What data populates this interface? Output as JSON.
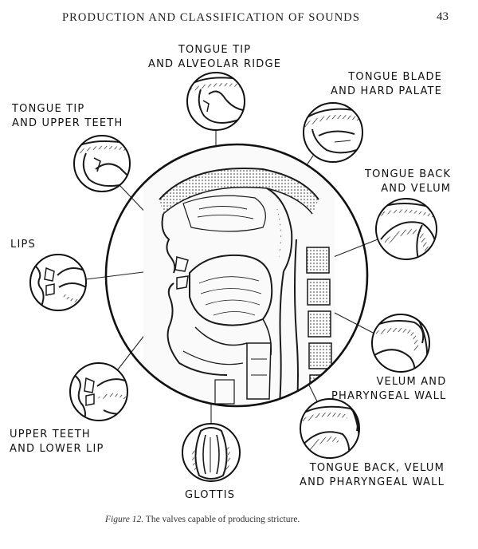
{
  "page": {
    "running_head": "PRODUCTION AND CLASSIFICATION OF SOUNDS",
    "page_number": "43"
  },
  "labels": {
    "tongue_tip_alveolar": [
      "TONGUE TIP",
      "AND ALVEOLAR RIDGE"
    ],
    "tongue_tip_teeth": [
      "TONGUE TIP",
      "AND UPPER TEETH"
    ],
    "tongue_blade_palate": [
      "TONGUE BLADE",
      "AND HARD PALATE"
    ],
    "tongue_back_velum": [
      "TONGUE BACK",
      "AND VELUM"
    ],
    "lips": [
      "LIPS"
    ],
    "velum_pharyngeal": [
      "VELUM AND",
      "PHARYNGEAL WALL"
    ],
    "teeth_lip": [
      "UPPER TEETH",
      "AND LOWER LIP"
    ],
    "back_velum_pharyngeal": [
      "TONGUE BACK, VELUM",
      "AND PHARYNGEAL WALL"
    ],
    "glottis": [
      "GLOTTIS"
    ]
  },
  "caption": {
    "figure": "Figure 12.",
    "text": "The valves capable of producing stricture."
  },
  "colors": {
    "ink": "#1a1a1a",
    "paper": "#ffffff"
  }
}
